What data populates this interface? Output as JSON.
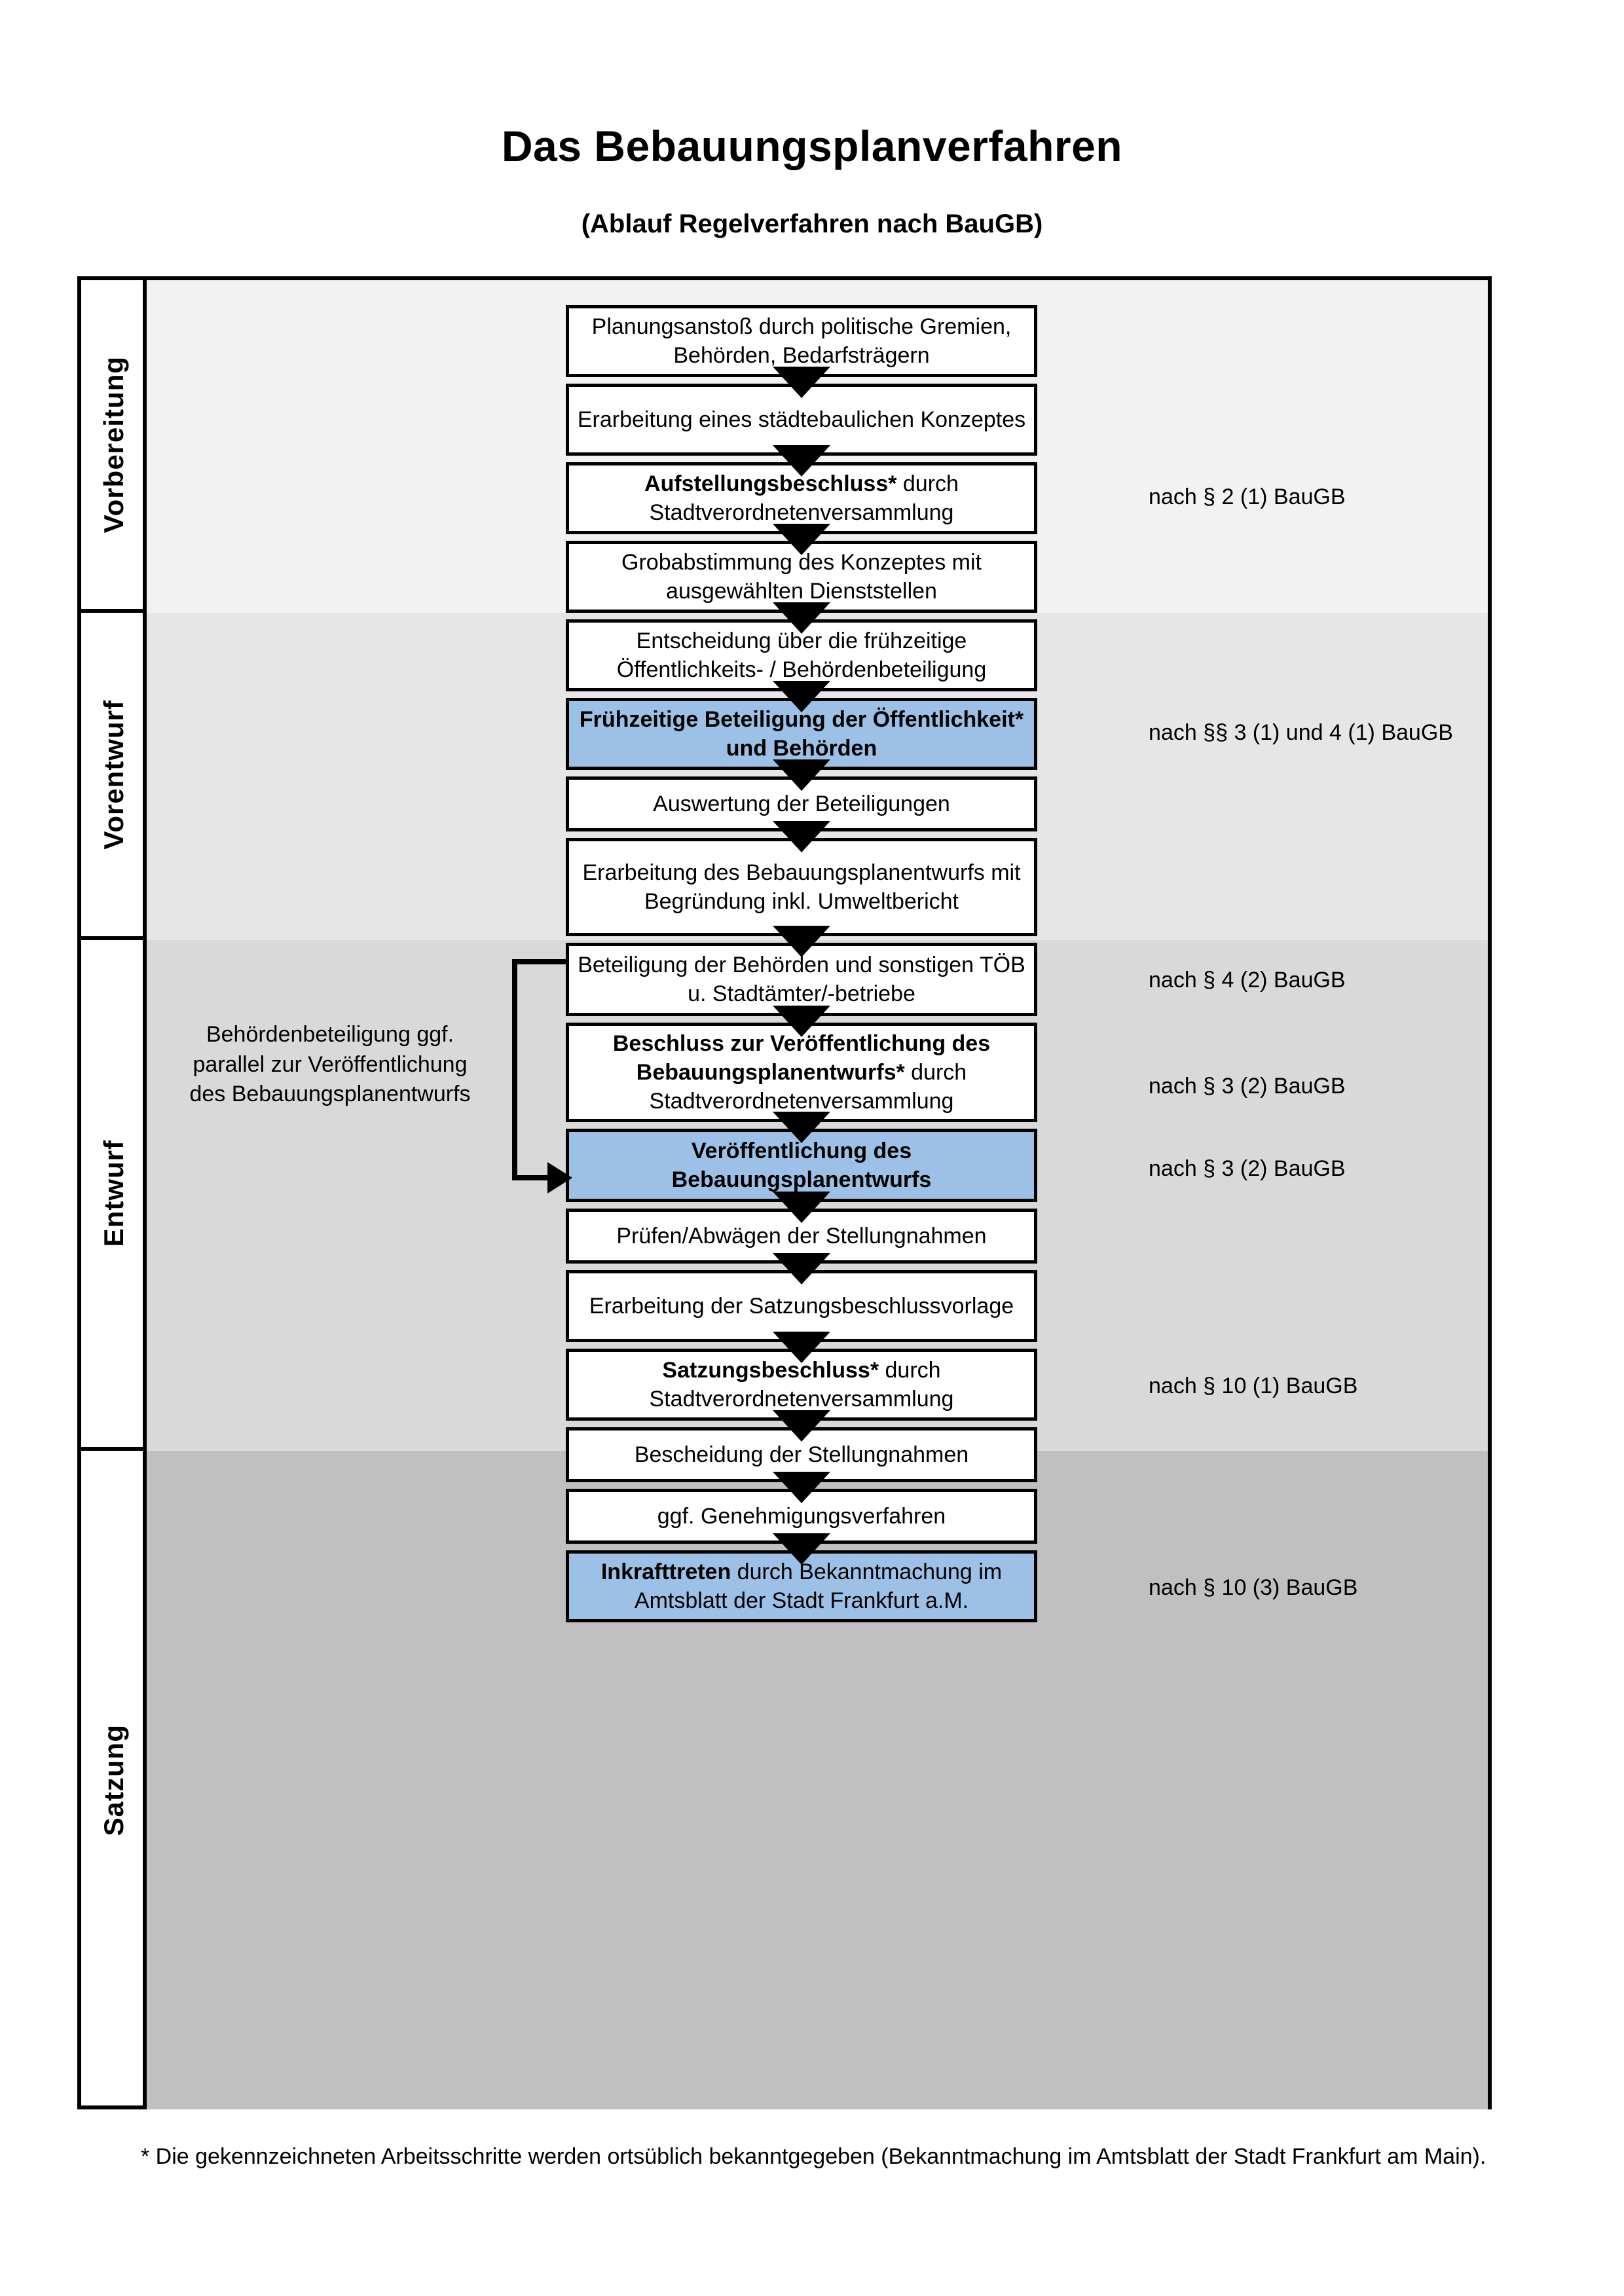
{
  "title": "Das Bebauungsplanverfahren",
  "subtitle": "(Ablauf Regelverfahren nach BauGB)",
  "colors": {
    "highlight": "#9CC0E6",
    "band_vorbereitung": "#F2F2F2",
    "band_vorentwurf": "#E6E6E6",
    "band_entwurf": "#D9D9D9",
    "band_satzung": "#C0C0C0",
    "border": "#000000"
  },
  "phases": [
    {
      "label": "Vorbereitung"
    },
    {
      "label": "Vorentwurf"
    },
    {
      "label": "Entwurf"
    },
    {
      "label": "Satzung"
    }
  ],
  "steps": [
    {
      "id": "s1",
      "text": "Planungsanstoß durch politische Gremien, Behörden, Bedarfsträgern",
      "bold": "",
      "highlight": false,
      "phase": 0
    },
    {
      "id": "s2",
      "text": "Erarbeitung eines städtebaulichen Konzeptes",
      "bold": "",
      "highlight": false,
      "phase": 0
    },
    {
      "id": "s3",
      "text": " durch Stadtverordnetenversammlung",
      "bold": "Aufstellungsbeschluss*",
      "highlight": false,
      "phase": 0
    },
    {
      "id": "s4",
      "text": "Grobabstimmung des Konzeptes mit ausgewählten Dienststellen",
      "bold": "",
      "highlight": false,
      "phase": 1
    },
    {
      "id": "s5",
      "text": "Entscheidung über die frühzeitige Öffentlichkeits- / Behördenbeteiligung",
      "bold": "",
      "highlight": false,
      "phase": 1
    },
    {
      "id": "s6",
      "text": "",
      "bold": "Frühzeitige Beteiligung der Öffentlichkeit* und Behörden",
      "highlight": true,
      "phase": 1
    },
    {
      "id": "s7",
      "text": "Auswertung der Beteiligungen",
      "bold": "",
      "highlight": false,
      "phase": 2
    },
    {
      "id": "s8",
      "text": "Erarbeitung des Bebauungsplanentwurfs mit Begründung inkl. Umweltbericht",
      "bold": "",
      "highlight": false,
      "phase": 2
    },
    {
      "id": "s9",
      "text": "Beteiligung der Behörden und sonstigen TÖB u. Stadtämter/-betriebe",
      "bold": "",
      "highlight": false,
      "phase": 2
    },
    {
      "id": "s10",
      "text": " durch Stadtverordnetenversammlung",
      "bold": "Beschluss zur Veröffentlichung des Bebauungsplanentwurfs*",
      "highlight": false,
      "phase": 2
    },
    {
      "id": "s11",
      "text": "",
      "bold": "Veröffentlichung des Bebauungsplanentwurfs",
      "highlight": true,
      "phase": 2
    },
    {
      "id": "s12",
      "text": "Prüfen/Abwägen der Stellungnahmen",
      "bold": "",
      "highlight": false,
      "phase": 3
    },
    {
      "id": "s13",
      "text": "Erarbeitung der Satzungsbeschlussvorlage",
      "bold": "",
      "highlight": false,
      "phase": 3
    },
    {
      "id": "s14",
      "text": " durch Stadtverordnetenversammlung",
      "bold": "Satzungsbeschluss*",
      "highlight": false,
      "phase": 3
    },
    {
      "id": "s15",
      "text": "Bescheidung der Stellungnahmen",
      "bold": "",
      "highlight": false,
      "phase": 3
    },
    {
      "id": "s16",
      "text": "ggf. Genehmigungsverfahren",
      "bold": "",
      "highlight": false,
      "phase": 3
    },
    {
      "id": "s17",
      "text": " durch Bekanntmachung im Amtsblatt der Stadt Frankfurt a.M.",
      "bold": "Inkrafttreten",
      "highlight": true,
      "phase": 3
    }
  ],
  "references": [
    {
      "id": "r1",
      "text": "nach § 2 (1) BauGB"
    },
    {
      "id": "r2",
      "text": "nach §§ 3 (1) und 4 (1) BauGB"
    },
    {
      "id": "r3",
      "text": "nach § 4 (2) BauGB"
    },
    {
      "id": "r4",
      "text": "nach § 3 (2) BauGB"
    },
    {
      "id": "r5",
      "text": "nach § 3 (2) BauGB"
    },
    {
      "id": "r6",
      "text": "nach § 10 (1) BauGB"
    },
    {
      "id": "r7",
      "text": "nach § 10 (3) BauGB"
    }
  ],
  "side_note": "Behördenbeteiligung ggf. parallel zur Veröffentlichung des Bebauungsplanentwurfs",
  "footnote": "* Die gekennzeichneten Arbeitsschritte werden ortsüblich bekanntgegeben (Bekanntmachung im Amtsblatt  der Stadt Frankfurt am Main)."
}
